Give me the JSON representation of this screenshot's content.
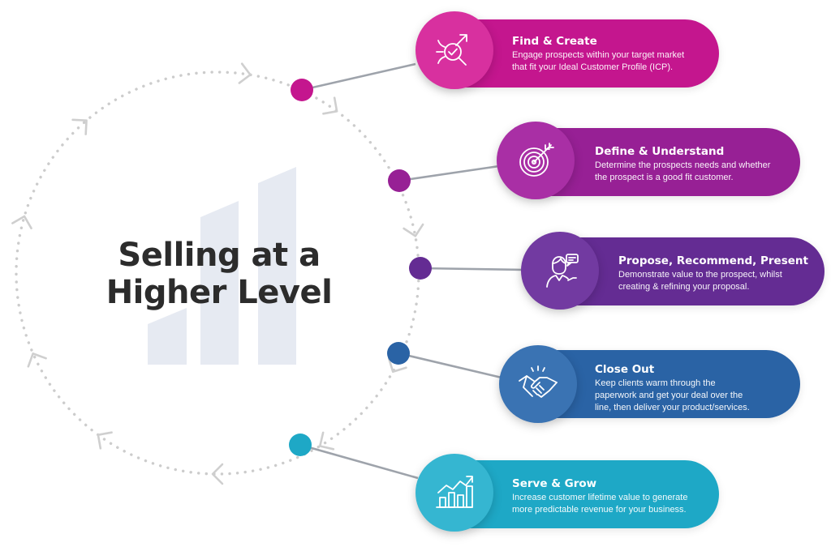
{
  "title": {
    "line1": "Selling at a",
    "line2": "Higher Level"
  },
  "steps": [
    {
      "title": "Find & Create",
      "desc": [
        "Engage prospects within your target market",
        "that fit your Ideal Customer Profile (ICP)."
      ],
      "icon": "magnifier-target-icon",
      "color": "#c4168e",
      "color_light": "#d8309f"
    },
    {
      "title": "Define & Understand",
      "desc": [
        "Determine the prospects needs and whether",
        "the prospect is a good fit customer."
      ],
      "icon": "dartboard-icon",
      "color": "#972095",
      "color_light": "#a92fa5"
    },
    {
      "title": "Propose, Recommend, Present",
      "desc": [
        "Demonstrate value to the prospect, whilst",
        "creating & refining your proposal."
      ],
      "icon": "presenter-icon",
      "color": "#642c93",
      "color_light": "#723aa1"
    },
    {
      "title": "Close Out",
      "desc": [
        "Keep clients warm through the",
        "paperwork and get your deal over the",
        "line, then deliver your product/services."
      ],
      "icon": "handshake-icon",
      "color": "#2a63a5",
      "color_light": "#3a73b3"
    },
    {
      "title": "Serve & Grow",
      "desc": [
        "Increase customer lifetime value to generate",
        "more predictable revenue for your business."
      ],
      "icon": "growth-chart-icon",
      "color": "#1ea8c6",
      "color_light": "#35b6d1"
    }
  ],
  "colors": {
    "title": "#2c2c2c",
    "ring": "#cccccc",
    "chevron": "#cfcfcf",
    "connector": "#9ea3ab",
    "watermark": "#e6eaf2"
  }
}
